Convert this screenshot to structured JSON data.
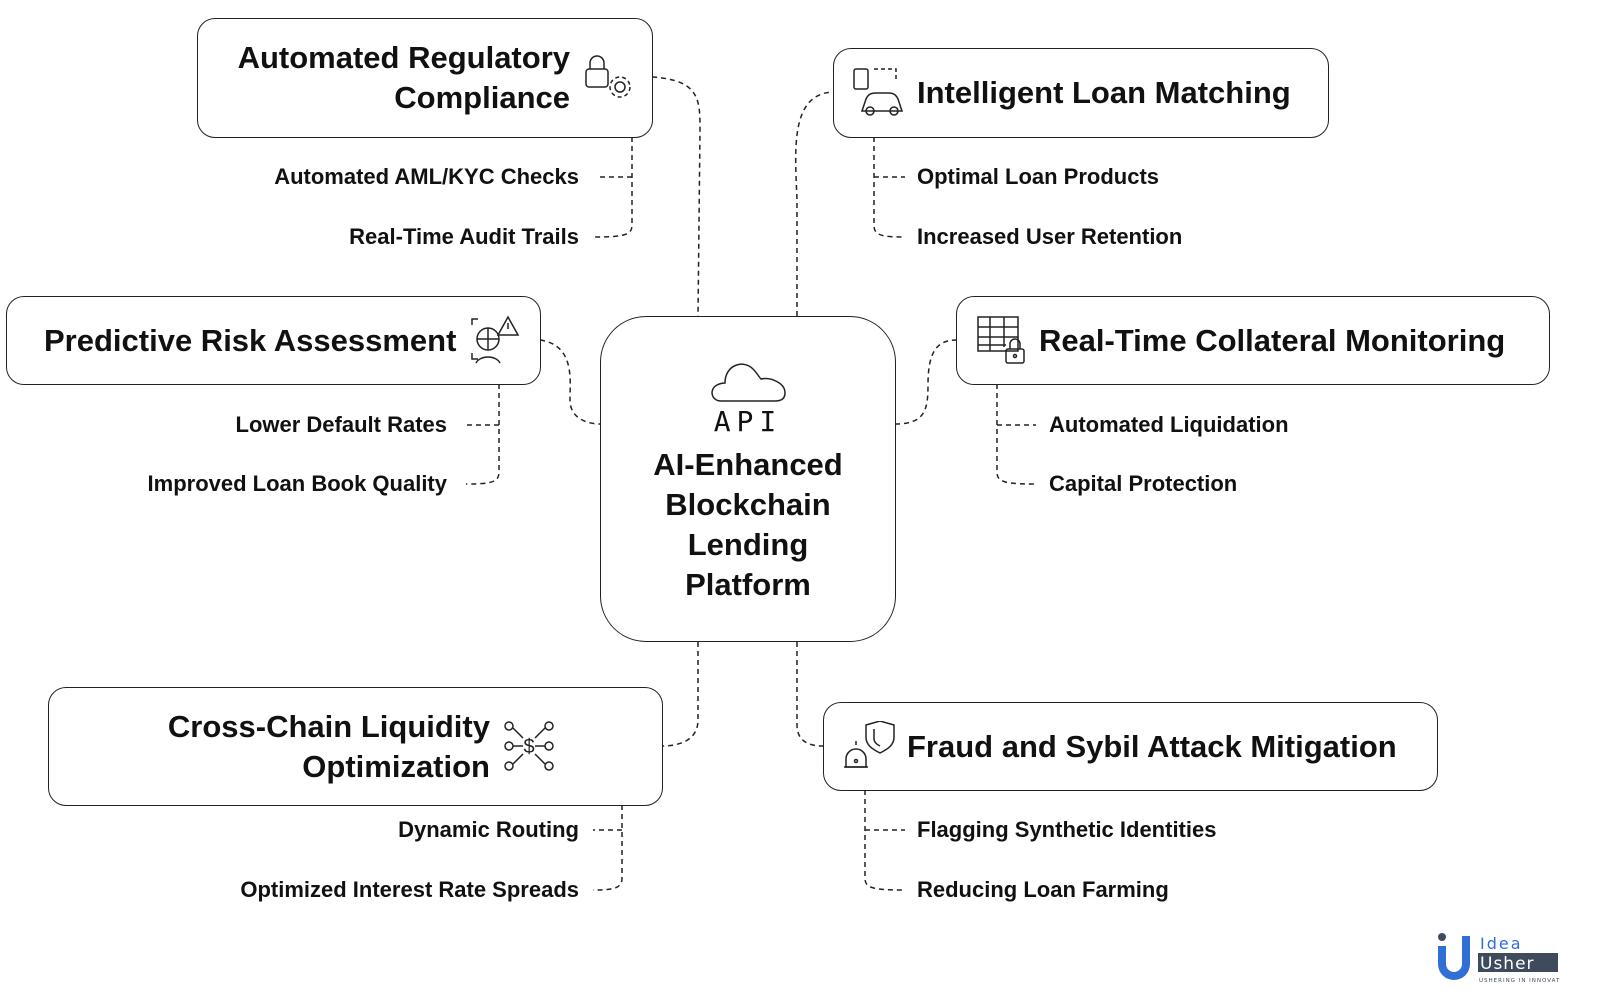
{
  "center": {
    "icon_label": "API",
    "icon": "cloud-api-icon",
    "title_lines": [
      "AI-Enhanced",
      "Blockchain",
      "Lending",
      "Platform"
    ]
  },
  "nodes": [
    {
      "id": "compliance",
      "title_lines": [
        "Automated Regulatory",
        "Compliance"
      ],
      "icon": "lock-gear-icon",
      "items": [
        "Automated AML/KYC Checks",
        "Real-Time Audit Trails"
      ]
    },
    {
      "id": "loan-matching",
      "title_lines": [
        "Intelligent Loan Matching"
      ],
      "icon": "car-device-icon",
      "items": [
        "Optimal Loan Products",
        "Increased User Retention"
      ]
    },
    {
      "id": "risk",
      "title_lines": [
        "Predictive Risk Assessment"
      ],
      "icon": "chart-warning-icon",
      "items": [
        "Lower Default Rates",
        "Improved Loan Book Quality"
      ]
    },
    {
      "id": "collateral",
      "title_lines": [
        "Real-Time Collateral Monitoring"
      ],
      "icon": "table-lock-icon",
      "items": [
        "Automated Liquidation",
        "Capital Protection"
      ]
    },
    {
      "id": "liquidity",
      "title_lines": [
        "Cross-Chain Liquidity",
        "Optimization"
      ],
      "icon": "dollar-network-icon",
      "items": [
        "Dynamic Routing",
        "Optimized Interest Rate Spreads"
      ]
    },
    {
      "id": "fraud",
      "title_lines": [
        "Fraud and Sybil Attack Mitigation"
      ],
      "icon": "shield-alarm-icon",
      "items": [
        "Flagging Synthetic Identities",
        "Reducing Loan Farming"
      ]
    }
  ],
  "logo": {
    "line1": "Idea",
    "line2": "Usher",
    "tagline": "USHERING IN INNOVATION",
    "colors": {
      "blue": "#2f6fd6",
      "dark": "#3d4b5c"
    }
  }
}
